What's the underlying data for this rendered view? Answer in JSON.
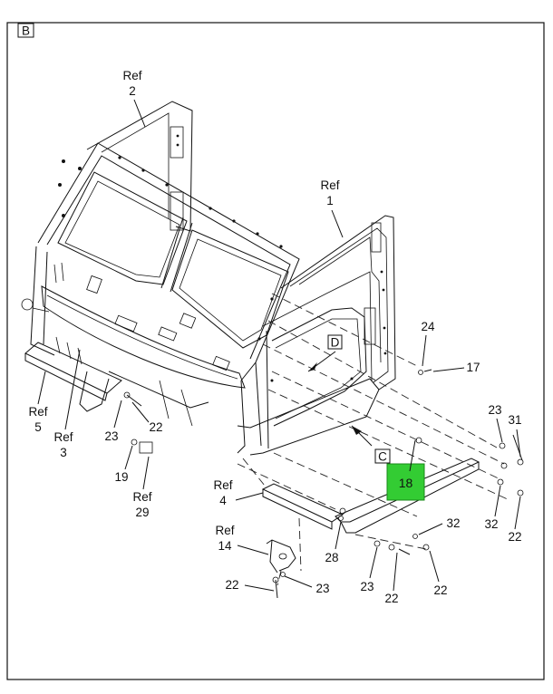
{
  "view_tag": "B",
  "detail_tags": {
    "c": "C",
    "d": "D"
  },
  "highlight": {
    "label": "18",
    "color": "#33cc33"
  },
  "callouts": {
    "ref2": [
      "Ref",
      "2"
    ],
    "ref1": [
      "Ref",
      "1"
    ],
    "ref5": [
      "Ref",
      "5"
    ],
    "ref3": [
      "Ref",
      "3"
    ],
    "ref4": [
      "Ref",
      "4"
    ],
    "ref29": [
      "Ref",
      "29"
    ],
    "ref14": [
      "Ref",
      "14"
    ],
    "n24": "24",
    "n17": "17",
    "n23a": "23",
    "n31": "31",
    "n32a": "32",
    "n22a": "22",
    "n22b": "22",
    "n23b": "23",
    "n19": "19",
    "n28": "28",
    "n32b": "32",
    "n23c": "23",
    "n22c": "22",
    "n22d": "22",
    "n22e": "22",
    "n23d": "23"
  }
}
